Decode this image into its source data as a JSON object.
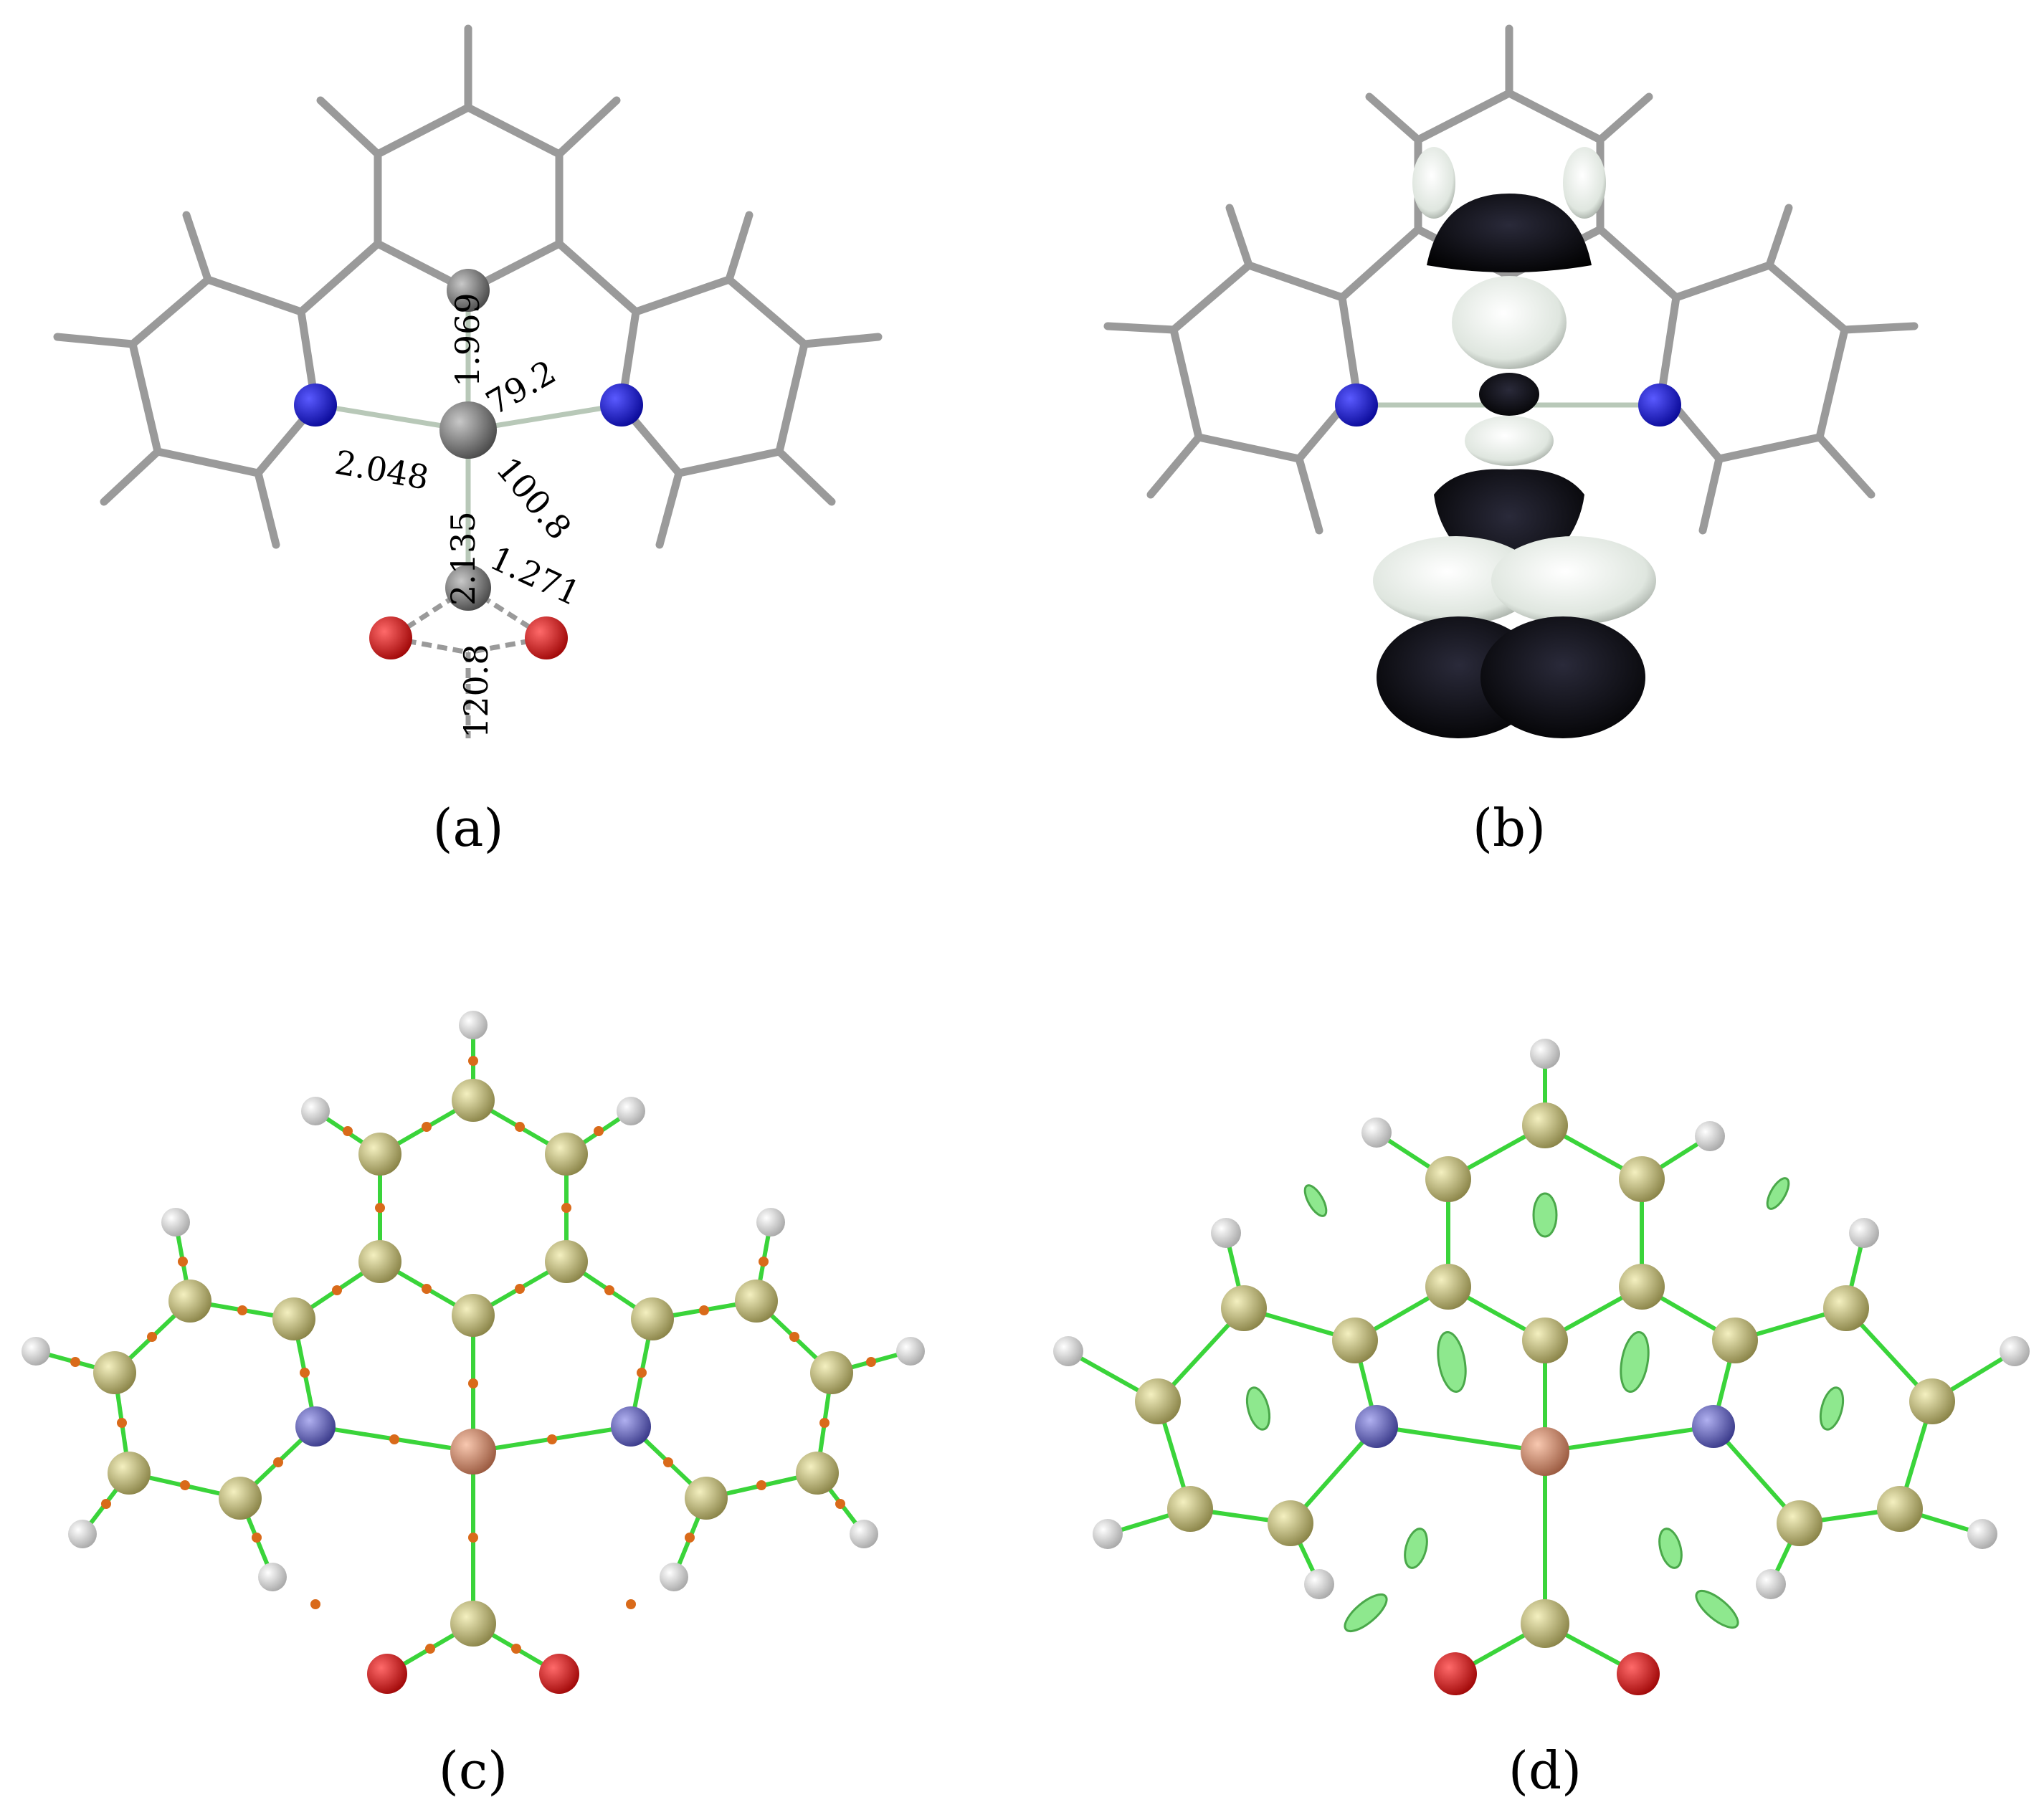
{
  "panels": [
    {
      "id": "a",
      "caption": "(a)"
    },
    {
      "id": "b",
      "caption": "(b)"
    },
    {
      "id": "c",
      "caption": "(c)"
    },
    {
      "id": "d",
      "caption": "(d)"
    }
  ],
  "panel_a": {
    "bond_labels": {
      "ni_c": "1.969",
      "n_ni_c_angle": "79.2",
      "ni_n": "2.048",
      "ni_cco2": "2.135",
      "c_ni_c_angle": "100.8",
      "c_o": "1.271",
      "o_c_o_angle": "120.8"
    }
  },
  "colors": {
    "bond_gray": "#9a9a9a",
    "carbon_gray": "#6a6a6a",
    "nitrogen_blue": "#1a1acc",
    "oxygen_red": "#d21010",
    "hydrogen_white": "#f2f2f2",
    "hydrogen_stub": "#c8d8c8",
    "lobe_black": "#000000",
    "lobe_white": "#eef2ee",
    "aim_bond_green": "#3ad43a",
    "aim_carbon": "#cfc97a",
    "aim_nitrogen": "#6a6ac8",
    "aim_nickel": "#d99a80",
    "bcp_orange": "#d96a1a",
    "rcp_green": "#8ee88e"
  },
  "icons": [
    "nitrogen-atom-icon",
    "nickel-atom-icon",
    "oxygen-atom-icon",
    "hydrogen-atom-icon",
    "carbon-atom-icon"
  ]
}
